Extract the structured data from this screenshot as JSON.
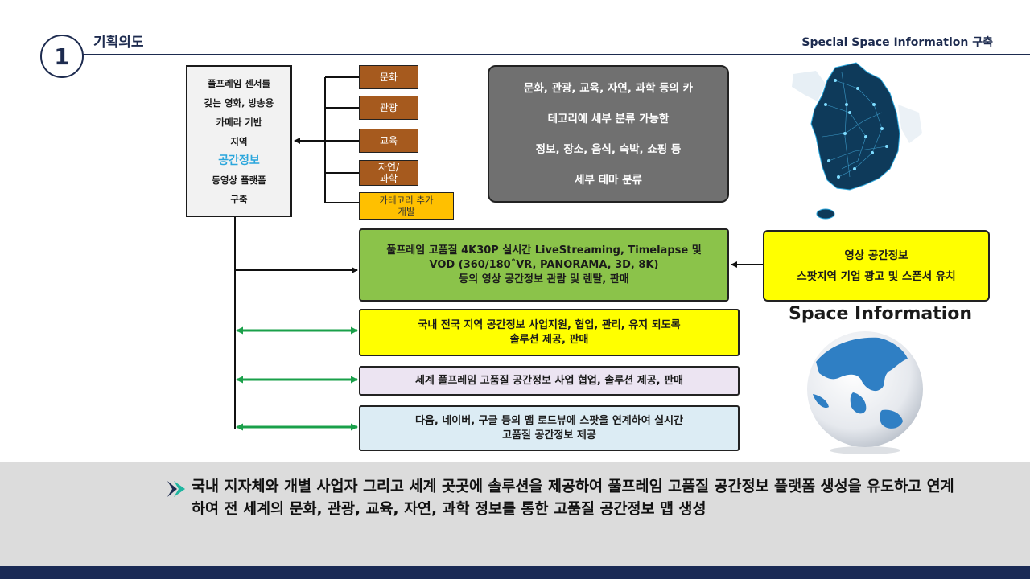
{
  "header": {
    "number": "1",
    "title": "기획의도",
    "right_title": "Special Space Information 구축"
  },
  "main_box": {
    "lines": [
      "풀프레임 센서를",
      "갖는 영화, 방송용",
      "카메라 기반",
      "지역"
    ],
    "highlight": "공간정보",
    "lines_after": [
      "동영상 플랫폼",
      "구축"
    ]
  },
  "categories": [
    {
      "label": "문화"
    },
    {
      "label": "관광"
    },
    {
      "label": "교육"
    },
    {
      "label": "자연/\n과학"
    },
    {
      "label": "카테고리 추가\n개발"
    }
  ],
  "category_desc": {
    "lines": [
      "문화, 관광, 교육, 자연, 과학 등의 카",
      "테고리에  세부 분류 가능한",
      "정보, 장소, 음식, 숙박, 쇼핑 등",
      "세부 테마 분류"
    ]
  },
  "streaming_box": {
    "lines": [
      "풀프레임 고품질 4K30P 실시간 LiveStreaming, Timelapse 및",
      "VOD (360/180˚VR, PANORAMA, 3D, 8K)",
      "등의 영상 공간정보 관람 및 렌탈, 판매"
    ]
  },
  "sponsor_box": {
    "lines": [
      "영상 공간정보",
      "스팟지역 기업 광고 및 스폰서 유치"
    ]
  },
  "space_information_label": "Space Information",
  "solution_boxes": [
    {
      "lines": [
        "국내 전국 지역 공간정보 사업지원, 협업, 관리, 유지 되도록",
        "솔루션 제공, 판매"
      ]
    },
    {
      "lines": [
        "세계 풀프레임 고품질 공간정보 사업 협업, 솔루션 제공, 판매"
      ]
    },
    {
      "lines": [
        "다음, 네이버, 구글 등의 맵 로드뷰에 스팟을 연계하여 실시간",
        "고품질 공간정보 제공"
      ]
    }
  ],
  "summary": {
    "text": "국내 지자체와 개별 사업자 그리고 세계 곳곳에 솔루션을 제공하여 풀프레임 고품질 공간정보 플랫폼 생성을 유도하고 연계하여 전 세계의 문화, 관광, 교육, 자연, 과학 정보를 통한 고품질 공간정보 맵 생성"
  },
  "colors": {
    "navy": "#1d2b4f",
    "category_brown": "#a65a1e",
    "category_orange": "#ffc000",
    "grey": "#707070",
    "green": "#8bc34a",
    "yellow": "#ffff00",
    "arrow_green": "#1aa04a",
    "highlight_blue": "#2aa6dc"
  }
}
